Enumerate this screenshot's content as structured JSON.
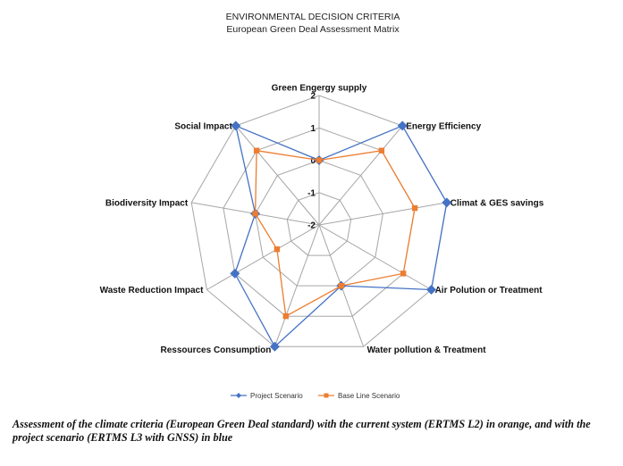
{
  "chart_data": {
    "type": "radar",
    "title": "ENVIRONMENTAL DECISION CRITERIA",
    "subtitle": "European Green Deal Assessment Matrix",
    "categories": [
      "Green Engergy supply",
      "Energy Efficiency",
      "Climat & GES savings",
      "Air Polution or Treatment",
      "Water pollution & Treatment",
      "Ressources Consumption",
      "Waste Reduction Impact",
      "Biodiversity Impact",
      "Social Impact"
    ],
    "rlim": [
      -2,
      2
    ],
    "ticks": [
      -2,
      -1,
      0,
      1,
      2
    ],
    "grid": true,
    "legend": "bottom",
    "series": [
      {
        "name": "Project Scenario",
        "color": "#4472C4",
        "marker": "diamond",
        "values": [
          0,
          2,
          2,
          2,
          0,
          2,
          1,
          0,
          2
        ]
      },
      {
        "name": "Base Line Scenario",
        "color": "#ED7D31",
        "marker": "square",
        "values": [
          0,
          1,
          1,
          1,
          0,
          1,
          -0.5,
          0,
          1
        ]
      }
    ]
  },
  "caption": "Assessment of the climate criteria (European Green Deal standard) with the current system (ERTMS L2) in orange, and with the project scenario (ERTMS L3 with GNSS) in blue"
}
